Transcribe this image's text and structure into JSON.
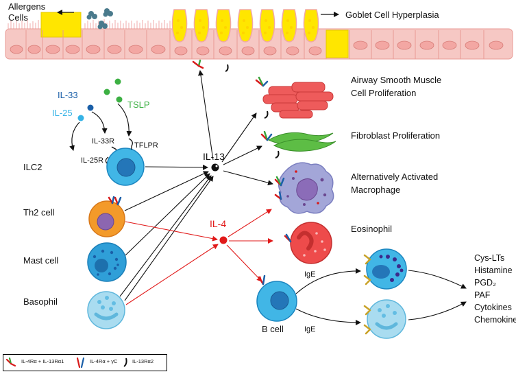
{
  "top": {
    "allergens_label": "Allergens",
    "cells_label": "Cells",
    "goblet_label": "Goblet Cell Hyperplasia"
  },
  "cytokines": {
    "il33": "IL-33",
    "il25": "IL-25",
    "tslp": "TSLP",
    "il33r": "IL-33R",
    "il25r": "IL-25R",
    "tflpr": "TFLPR",
    "il13": "IL-13",
    "il4": "IL-4"
  },
  "cells_left": {
    "ilc2": "ILC2",
    "th2": "Th2  cell",
    "mast": "Mast cell",
    "basophil": "Basophil"
  },
  "targets": {
    "asm_line1": "Airway Smooth Muscle",
    "asm_line2": "Cell Proliferation",
    "fibro": "Fibroblast Proliferation",
    "macro_line1": "Alternatively Activated",
    "macro_line2": "Macrophage",
    "eosinophil": "Eosinophil",
    "bcell": "B cell",
    "ige_top": "IgE",
    "ige_bottom": "IgE"
  },
  "mediators": [
    "Cys-LTs",
    "Histamine",
    "PGD₂",
    "PAF",
    "Cytokines",
    "Chemokines"
  ],
  "legend": {
    "item1": "IL-4Rα + IL-13Rα1",
    "item2": "IL-4Rα + γC",
    "item3": "IL-13Rα2"
  },
  "colors": {
    "epithelium": "#f6c8c4",
    "nucleus_pink": "#f3a7a3",
    "goblet": "#ffe600",
    "ilc2": "#41b6e6",
    "th2": "#f39a2a",
    "th2_nucleus": "#8c66b0",
    "mast": "#2f9fd8",
    "basophil": "#a9dcf0",
    "eosinophil": "#ee4b4b",
    "macrophage": "#a3a6d8",
    "smooth_muscle": "#ee5b5b",
    "fibroblast": "#5dbd45",
    "il4_red": "#e11919",
    "il33_blue": "#1a5fa8",
    "il25_cyan": "#35b3e6",
    "tslp_green": "#3cb043"
  }
}
